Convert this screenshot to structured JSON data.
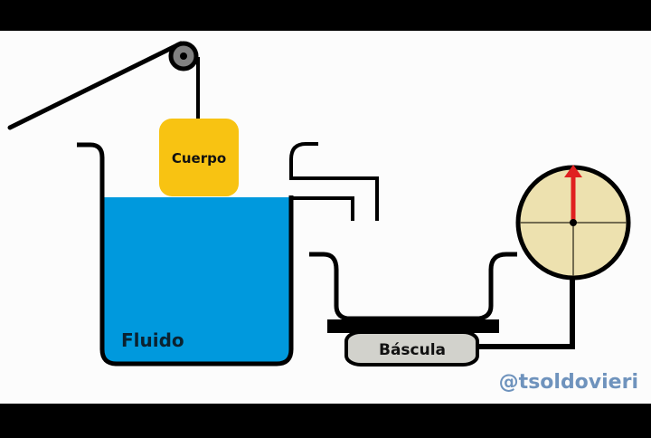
{
  "diagram": {
    "title": "Principio de Arquímedes - montaje con báscula",
    "labels": {
      "body": "Cuerpo",
      "fluid": "Fluido",
      "scale": "Báscula",
      "watermark": "@tsoldovieri"
    },
    "colors": {
      "letterbox": "#000000",
      "background": "#fcfcfc",
      "fluid": "#0099dd",
      "body": "#f8c312",
      "scale_body": "#d2d2cc",
      "dial_face": "#ede1af",
      "needle": "#e02020",
      "pulley": "#808080",
      "watermark": "#6f93bd",
      "stroke": "#000000"
    },
    "gauge": {
      "needle_direction": "up"
    }
  }
}
